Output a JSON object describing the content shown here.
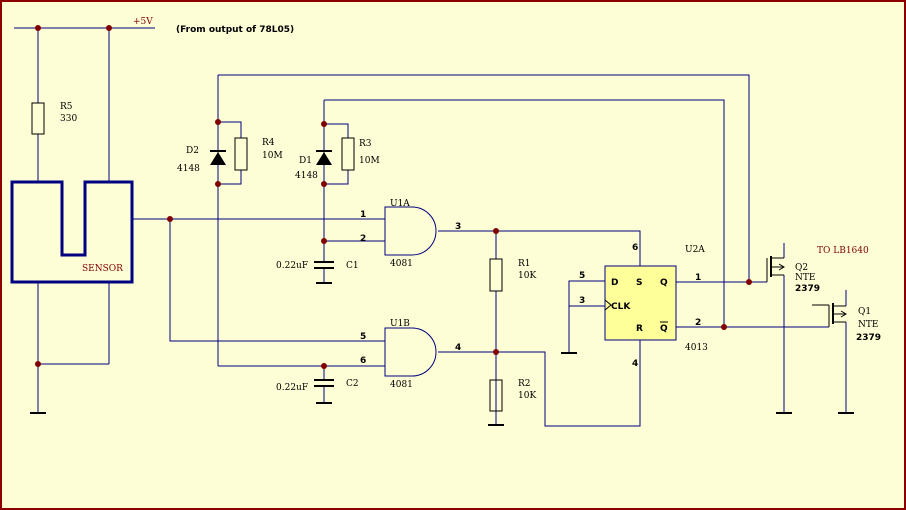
{
  "supply": {
    "label": "+5V",
    "note": "(From output of 78L05)"
  },
  "sensor": {
    "label": "SENSOR"
  },
  "output_note": "TO LB1640",
  "components": {
    "r5": {
      "ref": "R5",
      "value": "330"
    },
    "r4": {
      "ref": "R4",
      "value": "10M"
    },
    "r3": {
      "ref": "R3",
      "value": "10M"
    },
    "d2": {
      "ref": "D2",
      "value": "4148"
    },
    "d1": {
      "ref": "D1",
      "value": "4148"
    },
    "c1": {
      "ref": "C1",
      "value": "0.22uF"
    },
    "c2": {
      "ref": "C2",
      "value": "0.22uF"
    },
    "r1": {
      "ref": "R1",
      "value": "10K"
    },
    "r2": {
      "ref": "R2",
      "value": "10K"
    },
    "u1a": {
      "ref": "U1A",
      "part": "4081"
    },
    "u1b": {
      "ref": "U1B",
      "part": "4081"
    },
    "u2a": {
      "ref": "U2A",
      "part": "4013"
    },
    "q2": {
      "ref": "Q2",
      "mfr": "NTE",
      "part": "2379"
    },
    "q1": {
      "ref": "Q1",
      "mfr": "NTE",
      "part": "2379"
    }
  },
  "pins": {
    "u1a_in1": "1",
    "u1a_in2": "2",
    "u1a_out": "3",
    "u1b_in1": "5",
    "u1b_in2": "6",
    "u1b_out": "4",
    "ff_d_pin": "5",
    "ff_clk_pin": "3",
    "ff_s_pin": "6",
    "ff_r_pin": "4",
    "ff_q_pin": "1",
    "ff_qbar_pin": "2",
    "ff_d": "D",
    "ff_s": "S",
    "ff_clk": "CLK",
    "ff_r": "R",
    "ff_q": "Q",
    "ff_qbar": "Q"
  },
  "colors": {
    "wire": "#000080",
    "junction": "#800000",
    "flipflop": "#ffff99",
    "background": "#fefed6",
    "frame": "#8b0000"
  }
}
